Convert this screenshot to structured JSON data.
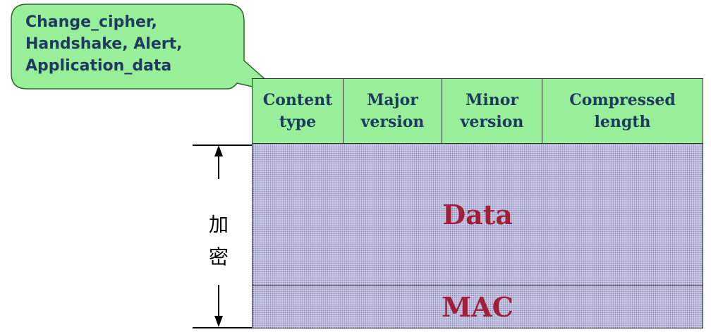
{
  "callout": {
    "text": "Change_cipher,\nHandshake,  Alert,\nApplication_data"
  },
  "header": {
    "cells": [
      {
        "label": "Content\ntype"
      },
      {
        "label": "Major\nversion"
      },
      {
        "label": "Minor\nversion"
      },
      {
        "label": "Compressed\nlength"
      }
    ]
  },
  "blocks": {
    "data_label": "Data",
    "mac_label": "MAC"
  },
  "bracket": {
    "label": "加\n密"
  },
  "colors": {
    "header_fill": "#99ee99",
    "callout_fill": "#99ee99",
    "block_fill": "#c9c9e4",
    "header_text": "#1f3a5f",
    "block_text": "#a0203a"
  },
  "icons": [
    "arrow-up-icon",
    "arrow-down-icon"
  ]
}
